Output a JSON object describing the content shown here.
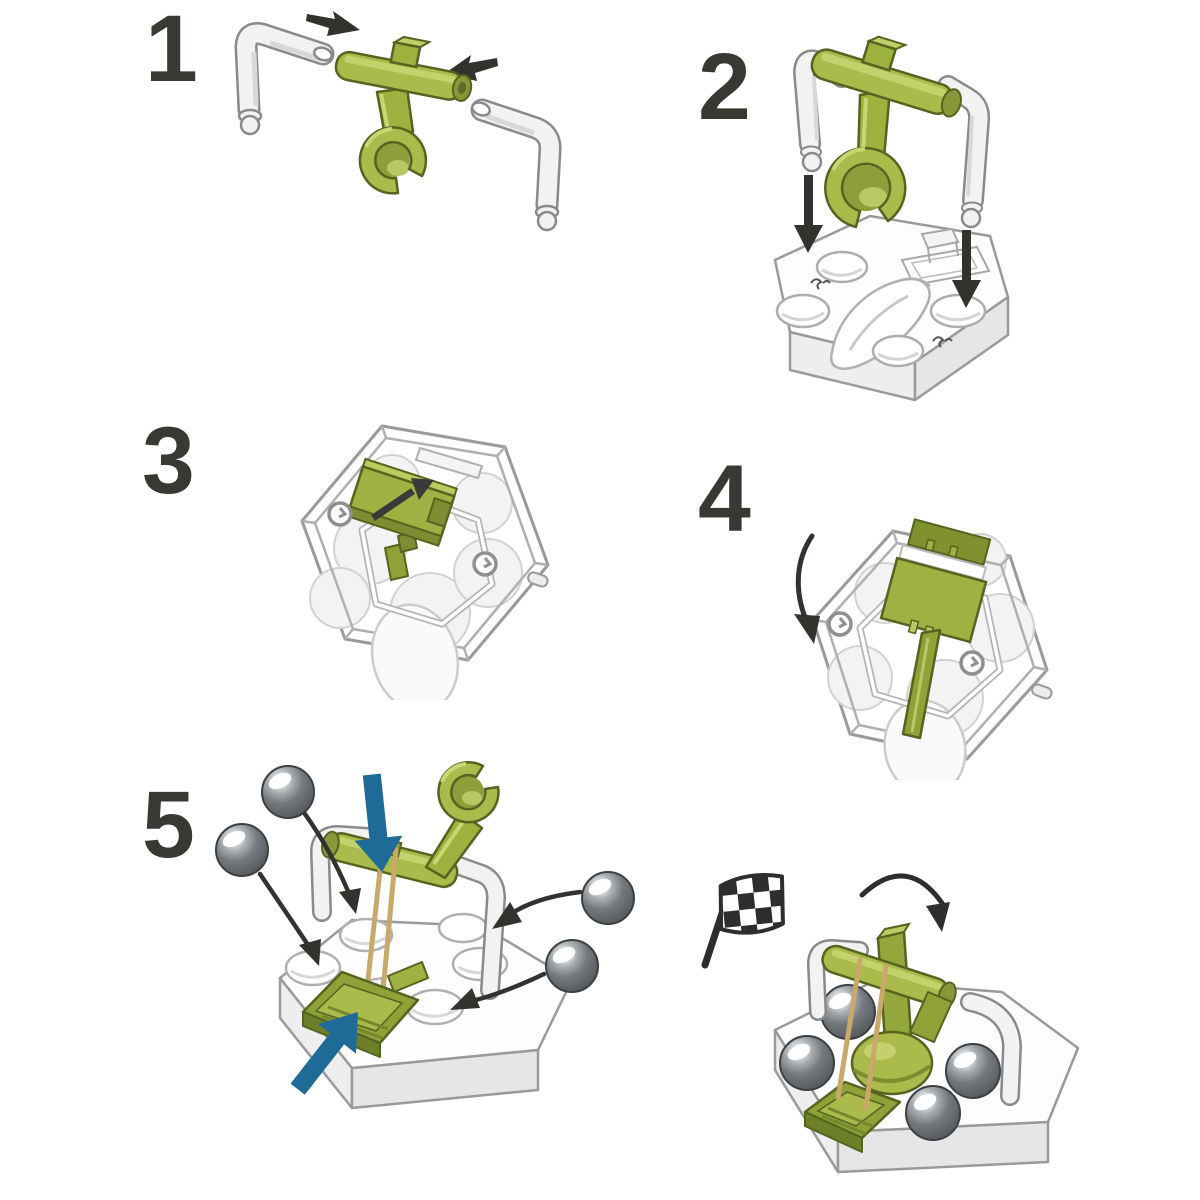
{
  "document": {
    "kind": "assembly-instructions",
    "background": "#ffffff",
    "subject": "marble-run hammer accessory build steps"
  },
  "steps": [
    {
      "label": "1",
      "icons": [
        "l-shaped-tube-icon",
        "insert-arrow-icon",
        "hammer-clip-piece-icon",
        "insert-arrow-icon",
        "l-shaped-tube-icon"
      ]
    },
    {
      "label": "2",
      "icons": [
        "assembled-hammer-icon",
        "down-arrow-icon",
        "down-arrow-icon",
        "hex-base-tile-icon",
        "molded-squiggle-mark-icon"
      ]
    },
    {
      "label": "3",
      "icons": [
        "hex-tile-underside-icon",
        "slide-in-arrow-icon",
        "green-lock-block-icon",
        "rotate-mark-icon",
        "rotate-mark-icon"
      ]
    },
    {
      "label": "4",
      "icons": [
        "hex-tile-underside-icon",
        "flip-over-arrow-icon",
        "green-lock-plate-icon",
        "rotate-mark-icon",
        "rotate-mark-icon"
      ]
    },
    {
      "label": "5",
      "icons": [
        "hammer-assembly-icon",
        "rubber-band-icon",
        "pedal-plate-icon",
        "marble-icon",
        "marble-icon",
        "marble-icon",
        "marble-icon",
        "curved-arrow-icon",
        "curved-arrow-icon",
        "curved-arrow-icon",
        "curved-arrow-icon",
        "press-blue-arrow-icon",
        "press-blue-arrow-icon"
      ]
    },
    {
      "label": "",
      "icons": [
        "checkered-flag-icon",
        "swing-arrow-icon",
        "finished-hammer-assembly-icon",
        "marble-icon",
        "marble-icon",
        "marble-icon",
        "marble-icon",
        "rubber-band-icon"
      ]
    }
  ],
  "palette": {
    "green_light": "#aabb4b",
    "green_highlight": "#c9d674",
    "green_mid": "#93a73d",
    "green_dark": "#6e7f2a",
    "green_outline": "#55641f",
    "tube_fill": "#f2f2f2",
    "tube_outline": "#8a8a8a",
    "base_fill": "#fdfdfd",
    "base_side": "#e6e6e6",
    "base_outline": "#9a9a9a",
    "marble_dark": "#515559",
    "marble_light": "#dfe2e4",
    "marble_outline": "#3d4043",
    "rubber_band": "#c9a96a",
    "arrow_black": "#33322e",
    "arrow_blue": "#1f6b98",
    "number_color": "#3a3833"
  }
}
